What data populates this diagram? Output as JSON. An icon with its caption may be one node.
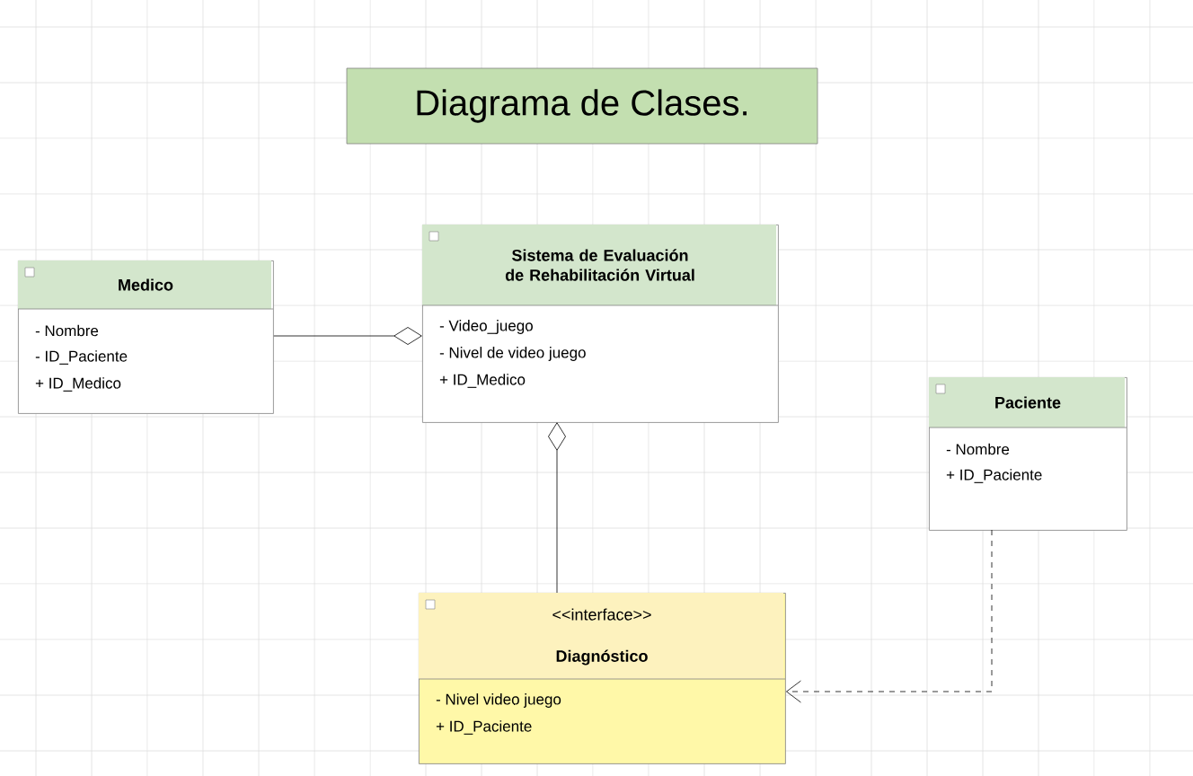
{
  "diagram": {
    "title": "Diagrama de Clases.",
    "nodes": [
      {
        "text": [
          "Medico",
          "- Nombre",
          "- ID_Paciente",
          "+ ID_Medico"
        ]
      },
      {
        "text": [
          "Sistema de Evaluación de Rehabilitación Virtual",
          "- Video_juego",
          "- Nivel de video juego",
          "+ ID_Medico"
        ]
      },
      {
        "text": [
          "Paciente",
          "- Nombre",
          "+ ID_Paciente"
        ]
      },
      {
        "text": [
          "<<interface>>",
          "Diagnóstico",
          "- Nivel video juego",
          "+ ID_Paciente"
        ]
      }
    ],
    "edges": [
      {
        "from": 0,
        "to": 1,
        "arrow": "other"
      },
      {
        "from": 3,
        "to": 1,
        "arrow": "other"
      },
      {
        "from": 2,
        "to": 3,
        "arrow": "to",
        "style": "dashed"
      }
    ]
  }
}
